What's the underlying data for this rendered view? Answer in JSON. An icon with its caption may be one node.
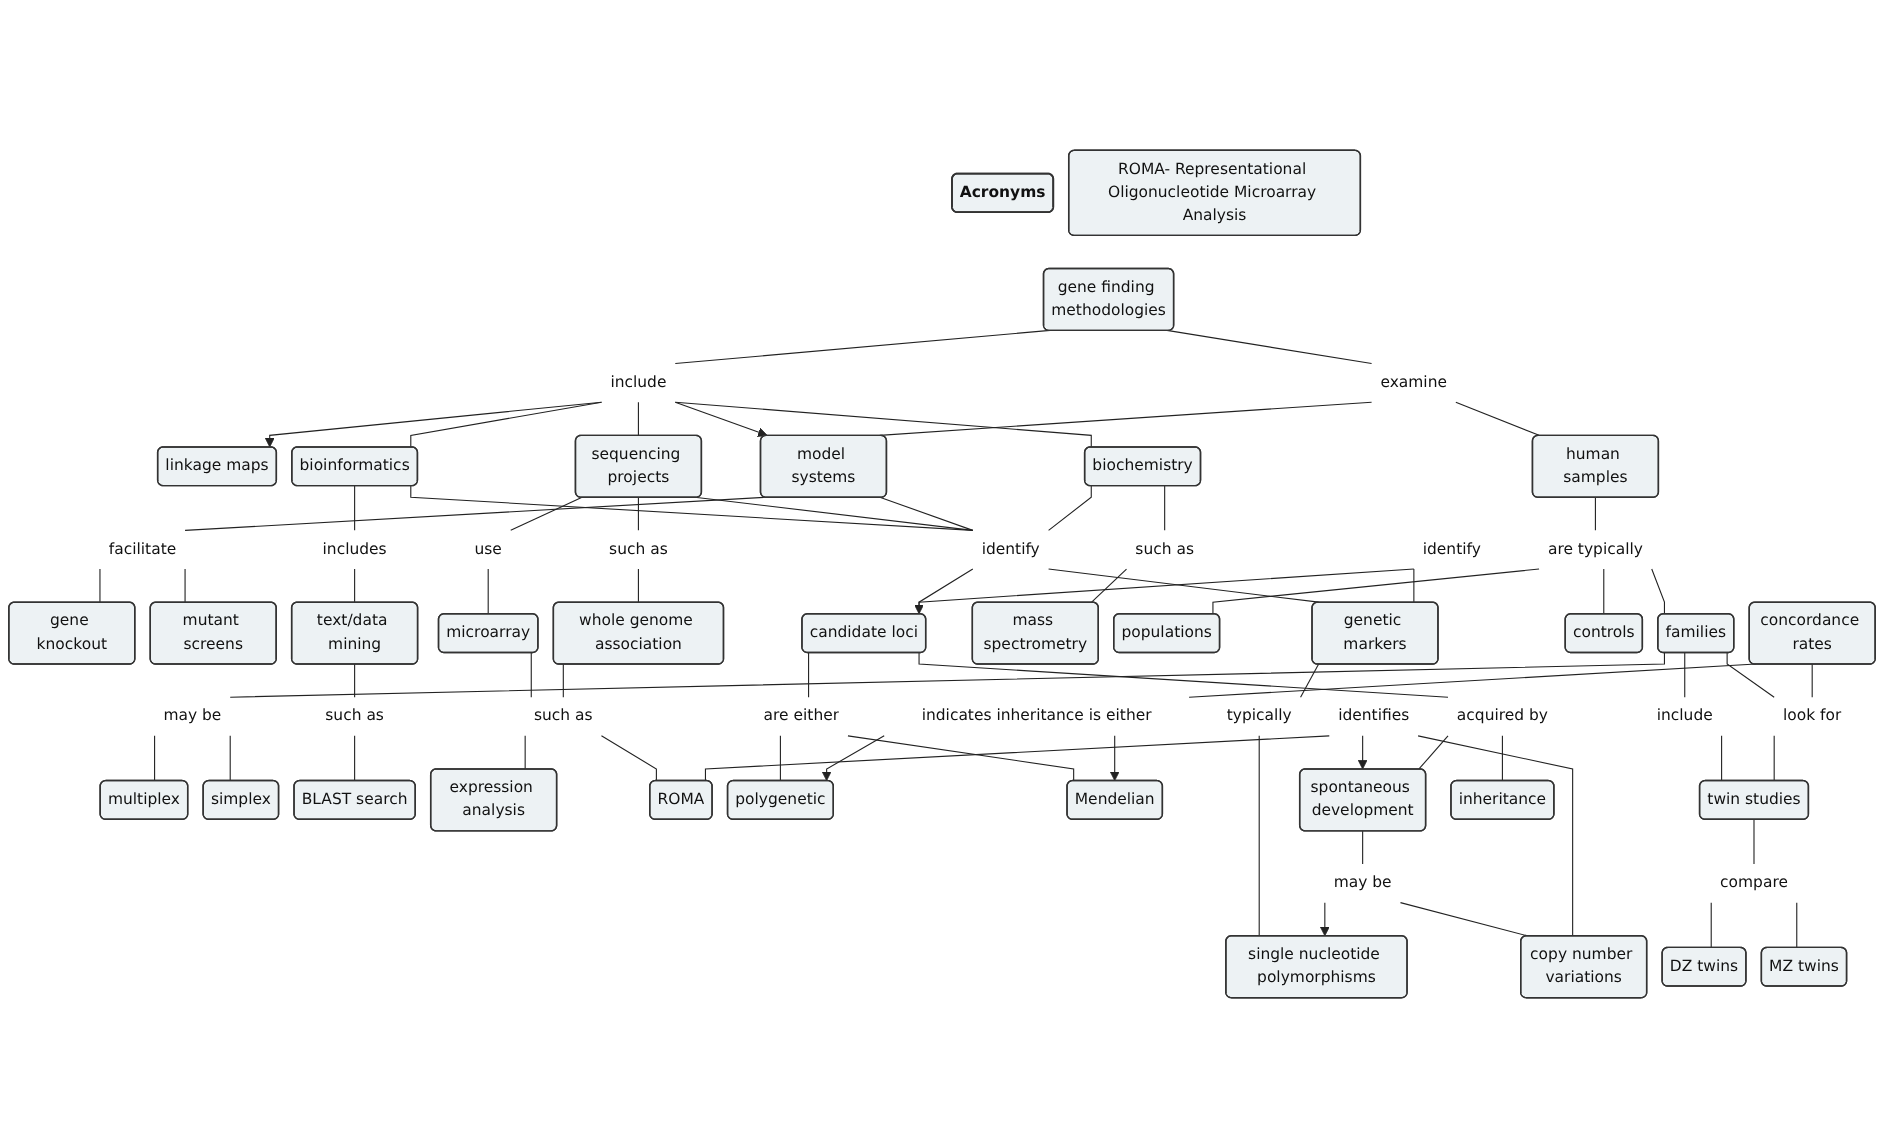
{
  "diagram": {
    "nodes": [
      {
        "text": [
          "Acronyms"
        ]
      },
      {
        "text": [
          "ROMA- Representational Oligonucleotide Microarray Analysis"
        ]
      },
      {
        "text": [
          "gene finding methodologies"
        ]
      },
      {
        "text": [
          "include"
        ]
      },
      {
        "text": [
          "examine"
        ]
      },
      {
        "text": [
          "linkage maps"
        ]
      },
      {
        "text": [
          "bioinformatics"
        ]
      },
      {
        "text": [
          "sequencing projects"
        ]
      },
      {
        "text": [
          "biochemistry"
        ]
      },
      {
        "text": [
          "model systems"
        ]
      },
      {
        "text": [
          "human samples"
        ]
      },
      {
        "text": [
          "includes"
        ]
      },
      {
        "text": [
          "use"
        ]
      },
      {
        "text": [
          "identify"
        ]
      },
      {
        "text": [
          "such as"
        ]
      },
      {
        "text": [
          "facilitate"
        ]
      },
      {
        "text": [
          "are typically"
        ]
      },
      {
        "text": [
          "gene knockout"
        ]
      },
      {
        "text": [
          "mutant screens"
        ]
      },
      {
        "text": [
          "text/data mining"
        ]
      },
      {
        "text": [
          "microarray"
        ]
      },
      {
        "text": [
          "such as"
        ]
      },
      {
        "text": [
          "genetic markers"
        ]
      },
      {
        "text": [
          "candidate loci"
        ]
      },
      {
        "text": [
          "mass spectrometry"
        ]
      },
      {
        "text": [
          "populations"
        ]
      },
      {
        "text": [
          "families"
        ]
      },
      {
        "text": [
          "controls"
        ]
      },
      {
        "text": [
          "such as"
        ]
      },
      {
        "text": [
          "such as"
        ]
      },
      {
        "text": [
          "whole genome association"
        ]
      },
      {
        "text": [
          "identify"
        ]
      },
      {
        "text": [
          "are either"
        ]
      },
      {
        "text": [
          "include"
        ]
      },
      {
        "text": [
          "may be"
        ]
      },
      {
        "text": [
          "multiplex"
        ]
      },
      {
        "text": [
          "simplex"
        ]
      },
      {
        "text": [
          "BLAST search"
        ]
      },
      {
        "text": [
          "expression analysis"
        ]
      },
      {
        "text": [
          "ROMA"
        ]
      },
      {
        "text": [
          "acquired by"
        ]
      },
      {
        "text": [
          "typically"
        ]
      },
      {
        "text": [
          "polygenetic"
        ]
      },
      {
        "text": [
          "Mendelian"
        ]
      },
      {
        "text": [
          "twin studies"
        ]
      },
      {
        "text": [
          "compare"
        ]
      },
      {
        "text": [
          "identifies"
        ]
      },
      {
        "text": [
          "spontaneous development"
        ]
      },
      {
        "text": [
          "inheritance"
        ]
      },
      {
        "text": [
          "indicates inheritance is either"
        ]
      },
      {
        "text": [
          "look for"
        ]
      },
      {
        "text": [
          "DZ twins"
        ]
      },
      {
        "text": [
          "MZ twins"
        ]
      },
      {
        "text": [
          "may be"
        ]
      },
      {
        "text": [
          "single nucleotide polymorphisms"
        ]
      },
      {
        "text": [
          "concordance rates"
        ]
      },
      {
        "text": [
          "copy number variations"
        ]
      }
    ],
    "edges": [
      {
        "from": 2,
        "to": 3,
        "arrow": "none"
      },
      {
        "from": 3,
        "to": 5,
        "arrow": "to"
      },
      {
        "from": 3,
        "to": 6,
        "arrow": "none"
      },
      {
        "from": 3,
        "to": 7,
        "arrow": "none"
      },
      {
        "from": 3,
        "to": 8,
        "arrow": "none"
      },
      {
        "from": 3,
        "to": 9,
        "arrow": "to"
      },
      {
        "from": 2,
        "to": 4,
        "arrow": "none"
      },
      {
        "from": 4,
        "to": 9,
        "arrow": "none"
      },
      {
        "from": 4,
        "to": 10,
        "arrow": "none"
      },
      {
        "from": 6,
        "to": 13,
        "arrow": "none"
      },
      {
        "from": 7,
        "to": 13,
        "arrow": "none"
      },
      {
        "from": 8,
        "to": 13,
        "arrow": "none"
      },
      {
        "from": 9,
        "to": 13,
        "arrow": "none"
      },
      {
        "from": 13,
        "to": 22,
        "arrow": "none"
      },
      {
        "from": 13,
        "to": 23,
        "arrow": "none"
      },
      {
        "from": 6,
        "to": 11,
        "arrow": "none"
      },
      {
        "from": 11,
        "to": 19,
        "arrow": "none"
      },
      {
        "from": 7,
        "to": 12,
        "arrow": "none"
      },
      {
        "from": 12,
        "to": 20,
        "arrow": "none"
      },
      {
        "from": 7,
        "to": 21,
        "arrow": "none"
      },
      {
        "from": 21,
        "to": 30,
        "arrow": "none"
      },
      {
        "from": 8,
        "to": 14,
        "arrow": "none"
      },
      {
        "from": 14,
        "to": 24,
        "arrow": "none"
      },
      {
        "from": 9,
        "to": 15,
        "arrow": "none"
      },
      {
        "from": 15,
        "to": 17,
        "arrow": "none"
      },
      {
        "from": 15,
        "to": 18,
        "arrow": "none"
      },
      {
        "from": 10,
        "to": 16,
        "arrow": "none"
      },
      {
        "from": 16,
        "to": 25,
        "arrow": "none"
      },
      {
        "from": 16,
        "to": 26,
        "arrow": "none"
      },
      {
        "from": 16,
        "to": 27,
        "arrow": "none"
      },
      {
        "from": 19,
        "to": 28,
        "arrow": "none"
      },
      {
        "from": 28,
        "to": 37,
        "arrow": "none"
      },
      {
        "from": 20,
        "to": 29,
        "arrow": "none"
      },
      {
        "from": 29,
        "to": 38,
        "arrow": "none"
      },
      {
        "from": 29,
        "to": 39,
        "arrow": "none"
      },
      {
        "from": 30,
        "to": 29,
        "arrow": "none"
      },
      {
        "from": 31,
        "to": 22,
        "arrow": "none"
      },
      {
        "from": 31,
        "to": 23,
        "arrow": "to"
      },
      {
        "from": 22,
        "to": 41,
        "arrow": "none"
      },
      {
        "from": 41,
        "to": 54,
        "arrow": "none"
      },
      {
        "from": 23,
        "to": 32,
        "arrow": "none"
      },
      {
        "from": 32,
        "to": 42,
        "arrow": "none"
      },
      {
        "from": 32,
        "to": 43,
        "arrow": "none"
      },
      {
        "from": 23,
        "to": 40,
        "arrow": "none"
      },
      {
        "from": 40,
        "to": 47,
        "arrow": "none"
      },
      {
        "from": 40,
        "to": 48,
        "arrow": "none"
      },
      {
        "from": 46,
        "to": 39,
        "arrow": "none"
      },
      {
        "from": 46,
        "to": 47,
        "arrow": "to"
      },
      {
        "from": 46,
        "to": 56,
        "arrow": "none"
      },
      {
        "from": 47,
        "to": 53,
        "arrow": "none"
      },
      {
        "from": 53,
        "to": 54,
        "arrow": "to"
      },
      {
        "from": 53,
        "to": 56,
        "arrow": "none"
      },
      {
        "from": 26,
        "to": 34,
        "arrow": "none"
      },
      {
        "from": 34,
        "to": 35,
        "arrow": "none"
      },
      {
        "from": 34,
        "to": 36,
        "arrow": "none"
      },
      {
        "from": 26,
        "to": 33,
        "arrow": "none"
      },
      {
        "from": 33,
        "to": 44,
        "arrow": "none"
      },
      {
        "from": 44,
        "to": 45,
        "arrow": "none"
      },
      {
        "from": 45,
        "to": 51,
        "arrow": "none"
      },
      {
        "from": 45,
        "to": 52,
        "arrow": "none"
      },
      {
        "from": 55,
        "to": 49,
        "arrow": "none"
      },
      {
        "from": 49,
        "to": 42,
        "arrow": "to"
      },
      {
        "from": 49,
        "to": 43,
        "arrow": "to"
      },
      {
        "from": 55,
        "to": 50,
        "arrow": "none"
      },
      {
        "from": 50,
        "to": 44,
        "arrow": "none"
      },
      {
        "from": 26,
        "to": 50,
        "arrow": "none"
      }
    ]
  }
}
